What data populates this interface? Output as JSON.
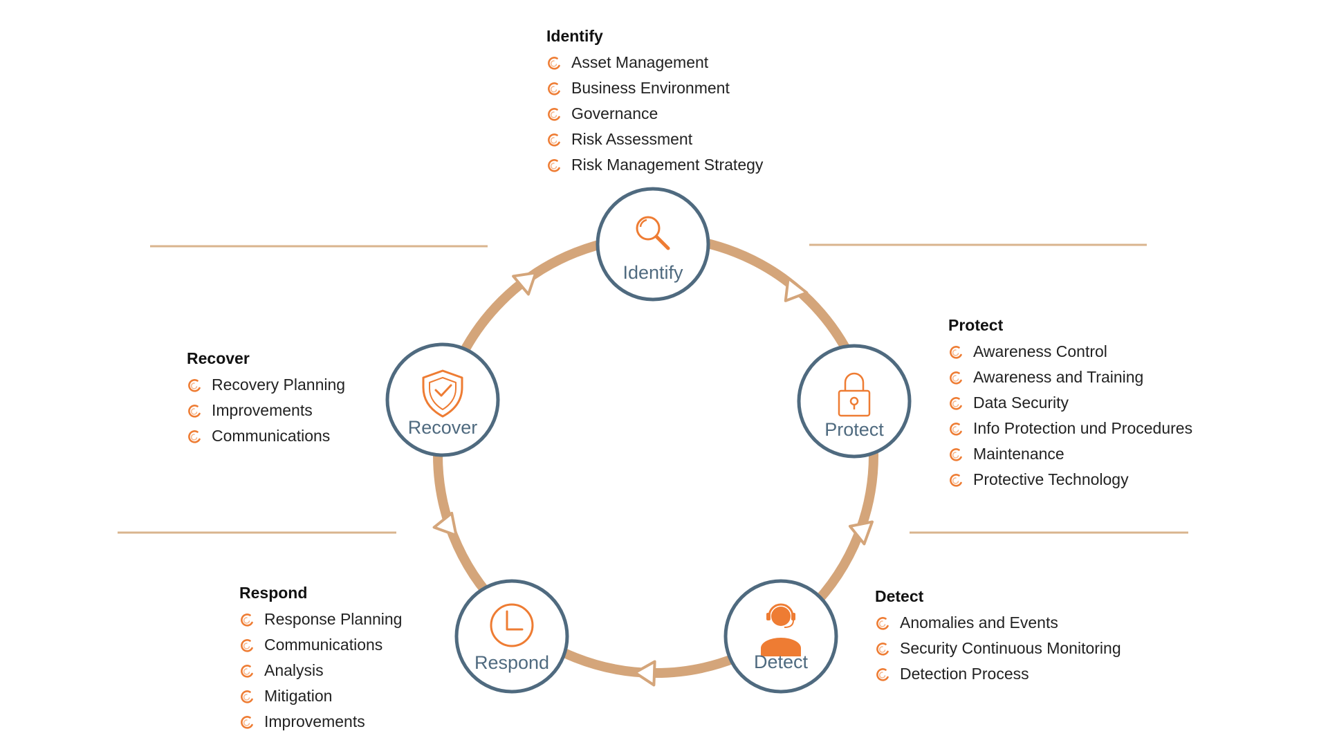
{
  "colors": {
    "ring": "#d4a57a",
    "node_border": "#4f6a7f",
    "icon": "#ee7c33",
    "divider": "#d9b48e",
    "text": "#222222"
  },
  "nodes": [
    {
      "id": "identify",
      "label": "Identify",
      "icon": "magnifier-icon"
    },
    {
      "id": "protect",
      "label": "Protect",
      "icon": "padlock-icon"
    },
    {
      "id": "detect",
      "label": "Detect",
      "icon": "operator-headset-icon"
    },
    {
      "id": "respond",
      "label": "Respond",
      "icon": "clock-icon"
    },
    {
      "id": "recover",
      "label": "Recover",
      "icon": "shield-check-icon"
    }
  ],
  "blocks": {
    "identify": {
      "title": "Identify",
      "items": [
        "Asset Management",
        "Business Environment",
        "Governance",
        "Risk Assessment",
        "Risk Management Strategy"
      ]
    },
    "protect": {
      "title": "Protect",
      "items": [
        "Awareness Control",
        "Awareness and Training",
        "Data Security",
        "Info Protection und Procedures",
        "Maintenance",
        "Protective Technology"
      ]
    },
    "detect": {
      "title": "Detect",
      "items": [
        "Anomalies and Events",
        "Security Continuous Monitoring",
        "Detection Process"
      ]
    },
    "respond": {
      "title": "Respond",
      "items": [
        "Response Planning",
        "Communications",
        "Analysis",
        "Mitigation",
        "Improvements"
      ]
    },
    "recover": {
      "title": "Recover",
      "items": [
        "Recovery Planning",
        "Improvements",
        "Communications"
      ]
    }
  },
  "bullet_icon": "arc-bullet-icon"
}
